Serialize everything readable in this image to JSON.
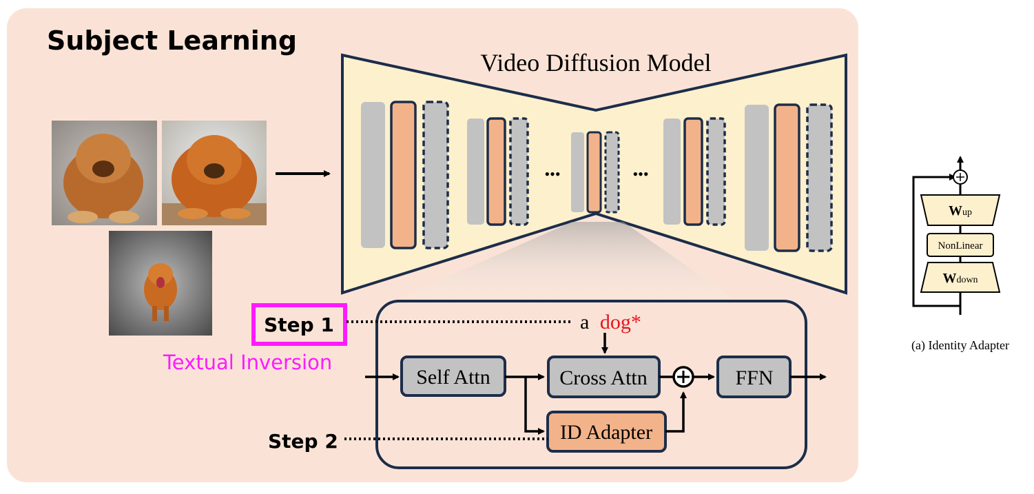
{
  "title": "Subject Learning",
  "model_label": "Video Diffusion Model",
  "ellipsis": "•••",
  "step1": {
    "label": "Step 1",
    "method": "Textual Inversion"
  },
  "step2": {
    "label": "Step 2"
  },
  "prompt": {
    "prefix": "a",
    "token": "dog*"
  },
  "blocks": {
    "self_attn": "Self Attn",
    "cross_attn": "Cross Attn",
    "ffn": "FFN",
    "id_adapter": "ID Adapter",
    "plus": "+"
  },
  "adapter": {
    "w_up_bold": "W",
    "w_up_sub": "up",
    "nonlinear": "NonLinear",
    "w_down_bold": "W",
    "w_down_sub": "down",
    "caption": "(a) Identity Adapter"
  },
  "colors": {
    "panel_bg": "#fae3d6",
    "unet_fill": "#fdf0cd",
    "gray_block": "#c2c2c2",
    "orange_block": "#f3b38a",
    "navy_outline": "#1c2d4a",
    "magenta": "#ff1aff",
    "token_red": "#e8131f"
  }
}
